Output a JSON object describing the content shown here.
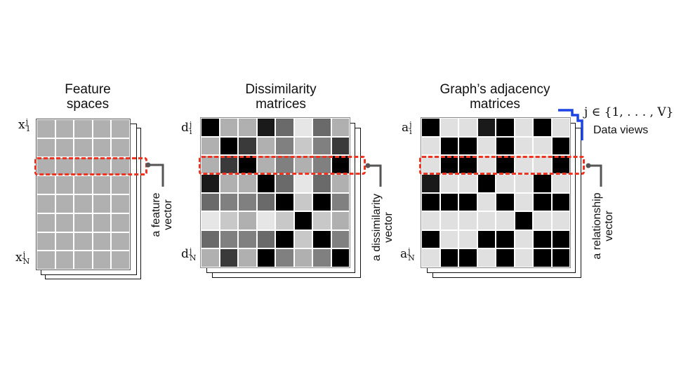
{
  "panels": {
    "feature": {
      "title_line1": "Feature",
      "title_line2": "spaces",
      "row_label_top": {
        "base": "x",
        "sup": "j",
        "sub": "1"
      },
      "row_label_bottom": {
        "base": "x",
        "sup": "j",
        "sub": "N"
      },
      "vector_label_line1": "a feature",
      "vector_label_line2": "vector",
      "grid": {
        "rows": 8,
        "cols": 5,
        "cell_color": "#b0b0b0"
      }
    },
    "dissimilarity": {
      "title_line1": "Dissimilarity",
      "title_line2": "matrices",
      "row_label_top": {
        "base": "d",
        "sup": "j",
        "sub": "i"
      },
      "row_label_bottom": {
        "base": "d",
        "sup": "j",
        "sub": "N"
      },
      "vector_label_line1": "a dissimilarity",
      "vector_label_line2": "vector",
      "grid": {
        "rows": 8,
        "cols": 8,
        "cells": [
          [
            "#000000",
            "#b0b0b0",
            "#b0b0b0",
            "#1a1a1a",
            "#6a6a6a",
            "#e6e6e6",
            "#6a6a6a",
            "#b0b0b0"
          ],
          [
            "#b0b0b0",
            "#000000",
            "#3a3a3a",
            "#b0b0b0",
            "#808080",
            "#c8c8c8",
            "#808080",
            "#3a3a3a"
          ],
          [
            "#b0b0b0",
            "#3a3a3a",
            "#000000",
            "#b0b0b0",
            "#808080",
            "#b0b0b0",
            "#808080",
            "#000000"
          ],
          [
            "#1a1a1a",
            "#b0b0b0",
            "#b0b0b0",
            "#000000",
            "#6a6a6a",
            "#e6e6e6",
            "#6a6a6a",
            "#b0b0b0"
          ],
          [
            "#6a6a6a",
            "#808080",
            "#808080",
            "#6a6a6a",
            "#000000",
            "#c8c8c8",
            "#000000",
            "#808080"
          ],
          [
            "#e6e6e6",
            "#c8c8c8",
            "#b0b0b0",
            "#e6e6e6",
            "#c8c8c8",
            "#000000",
            "#c8c8c8",
            "#b0b0b0"
          ],
          [
            "#6a6a6a",
            "#808080",
            "#808080",
            "#6a6a6a",
            "#000000",
            "#c8c8c8",
            "#000000",
            "#808080"
          ],
          [
            "#b0b0b0",
            "#3a3a3a",
            "#b0b0b0",
            "#000000",
            "#808080",
            "#b0b0b0",
            "#808080",
            "#000000"
          ]
        ]
      }
    },
    "adjacency": {
      "title_line1": "Graph’s adjacency",
      "title_line2": "matrices",
      "row_label_top": {
        "base": "a",
        "sup": "j",
        "sub": "i"
      },
      "row_label_bottom": {
        "base": "a",
        "sup": "j",
        "sub": "N"
      },
      "vector_label_line1": "a relationship",
      "vector_label_line2": "vector",
      "grid": {
        "rows": 8,
        "cols": 8,
        "cells": [
          [
            "#000000",
            "#e0e0e0",
            "#e0e0e0",
            "#1a1a1a",
            "#000000",
            "#e0e0e0",
            "#000000",
            "#e0e0e0"
          ],
          [
            "#e0e0e0",
            "#000000",
            "#000000",
            "#e0e0e0",
            "#000000",
            "#e0e0e0",
            "#e0e0e0",
            "#000000"
          ],
          [
            "#e0e0e0",
            "#000000",
            "#000000",
            "#e0e0e0",
            "#000000",
            "#e0e0e0",
            "#e0e0e0",
            "#000000"
          ],
          [
            "#1a1a1a",
            "#e0e0e0",
            "#e0e0e0",
            "#000000",
            "#e0e0e0",
            "#e0e0e0",
            "#000000",
            "#e0e0e0"
          ],
          [
            "#000000",
            "#000000",
            "#000000",
            "#e0e0e0",
            "#000000",
            "#e0e0e0",
            "#000000",
            "#000000"
          ],
          [
            "#e0e0e0",
            "#e0e0e0",
            "#e0e0e0",
            "#e0e0e0",
            "#e0e0e0",
            "#000000",
            "#e0e0e0",
            "#e0e0e0"
          ],
          [
            "#000000",
            "#e0e0e0",
            "#e0e0e0",
            "#000000",
            "#000000",
            "#e0e0e0",
            "#000000",
            "#000000"
          ],
          [
            "#e0e0e0",
            "#000000",
            "#000000",
            "#e0e0e0",
            "#000000",
            "#e0e0e0",
            "#000000",
            "#000000"
          ]
        ]
      }
    }
  },
  "data_views": {
    "math": "j ∈ {1, . . . , V}",
    "label": "Data views",
    "bracket_color": "#1a44e6"
  },
  "colors": {
    "highlight": "#ee3322",
    "connector": "#555555"
  }
}
